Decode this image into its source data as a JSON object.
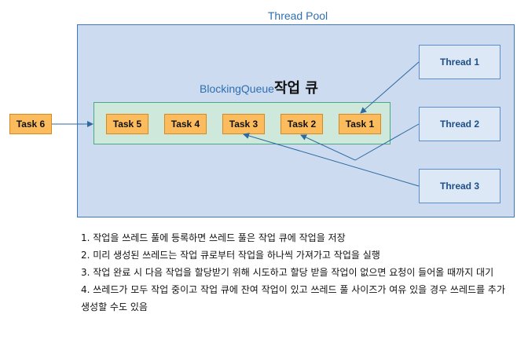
{
  "pool": {
    "title": "Thread Pool"
  },
  "queue": {
    "title_en": "BlockingQueue",
    "title_ko": "작업 큐"
  },
  "tasks": {
    "task1": "Task 1",
    "task2": "Task 2",
    "task3": "Task 3",
    "task4": "Task 4",
    "task5": "Task 5",
    "task6": "Task 6"
  },
  "threads": {
    "thread1": "Thread 1",
    "thread2": "Thread 2",
    "thread3": "Thread 3"
  },
  "notes": [
    "1. 작업을 쓰레드 풀에 등록하면 쓰레드 풀은 작업 큐에 작업을 저장",
    "2. 미리 생성된 쓰레드는 작업 큐로부터 작업을 하나씩 가져가고 작업을 실행",
    "3. 작업 완료 시 다음 작업을 할당받기 위해 시도하고 할당 받을 작업이 없으면 요청이 들어올 때까지 대기",
    "4. 쓰레드가 모두 작업 중이고 작업 큐에 잔여 작업이 있고 쓰레드 풀 사이즈가 여유 있을 경우 쓰레드를 추가 생성할 수도 있음"
  ],
  "colors": {
    "pool_fill": "#ccdbf0",
    "queue_fill": "#cfe8dc",
    "task_fill": "#fcbc5e",
    "thread_fill": "#dce8f6",
    "arrow": "#2c6aa0"
  }
}
